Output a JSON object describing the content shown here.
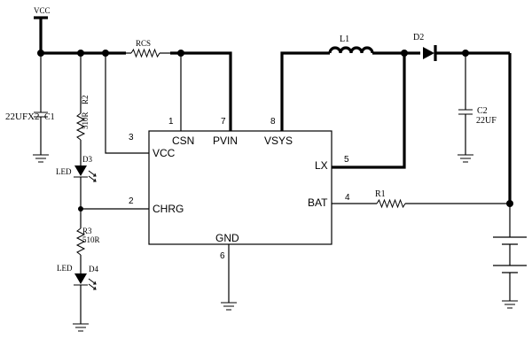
{
  "ic": {
    "pins": {
      "csn": "CSN",
      "pvin": "PVIN",
      "vsys": "VSYS",
      "vcc": "VCC",
      "chrg": "CHRG",
      "lx": "LX",
      "bat": "BAT",
      "gnd": "GND"
    },
    "pin_numbers": {
      "csn": "1",
      "chrg": "2",
      "vcc": "3",
      "bat": "4",
      "lx": "5",
      "gnd": "6",
      "pvin": "7",
      "vsys": "8"
    }
  },
  "components": {
    "vcc_supply": "VCC",
    "c1": {
      "value": "22UFX2",
      "ref": "C1"
    },
    "rcs": "RCS",
    "r2": {
      "ref": "R2",
      "value": "510R"
    },
    "d3": {
      "type": "LED",
      "ref": "D3"
    },
    "r3": {
      "ref": "R3",
      "value": "510R"
    },
    "d4": {
      "type": "LED",
      "ref": "D4"
    },
    "l1": "L1",
    "d2": "D2",
    "c2": {
      "ref": "C2",
      "value": "22UF"
    },
    "r1": "R1"
  }
}
